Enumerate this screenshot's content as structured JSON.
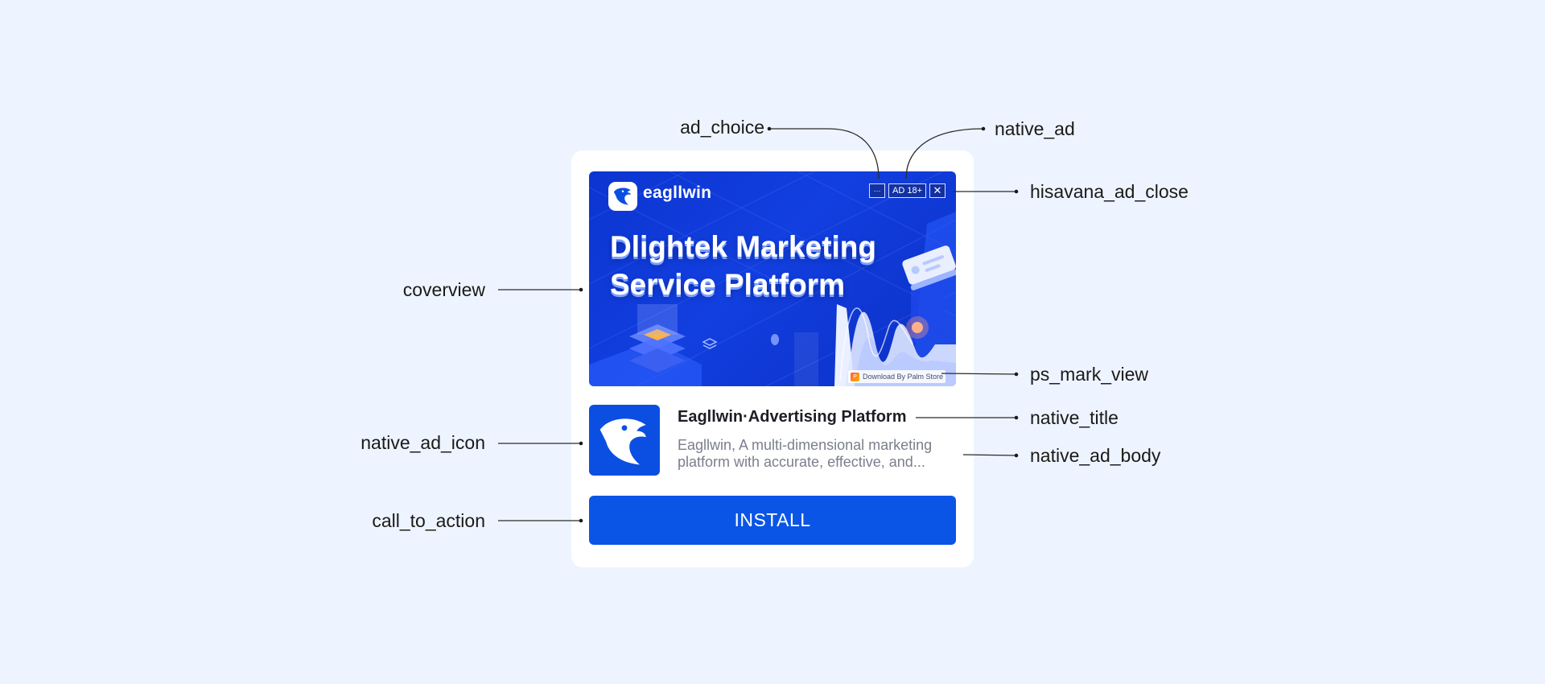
{
  "ad": {
    "brand_name": "eagllwin",
    "headline": [
      "Dlightek Marketing",
      "Service Platform"
    ],
    "ad_choice_glyph": "···",
    "ad_label": "AD 18+",
    "close_glyph": "✕",
    "ps_mark_glyph": "P",
    "ps_mark_text": "Download By Palm Store",
    "title": "Eagllwin·Advertising Platform",
    "body": [
      "Eagllwin, A multi-dimensional marketing",
      "platform with accurate, effective, and..."
    ],
    "cta": "INSTALL"
  },
  "annotations": {
    "ad_choice": "ad_choice",
    "native_ad": "native_ad",
    "hisavana_ad_close": "hisavana_ad_close",
    "coverview": "coverview",
    "ps_mark_view": "ps_mark_view",
    "native_title": "native_title",
    "native_ad_icon": "native_ad_icon",
    "native_ad_body": "native_ad_body",
    "call_to_action": "call_to_action"
  },
  "colors": {
    "page_background": "#eef4ff",
    "card_background": "#ffffff",
    "brand_blue": "#0a55e6",
    "cover_blue": "#123fe0",
    "title_text": "#1d1d24",
    "body_text": "#7b7f8c"
  },
  "icons": {
    "brand_logo": "eagle-head-icon",
    "app_icon": "eagle-head-icon",
    "ad_close": "close-icon",
    "ps_mark": "palm-store-icon"
  }
}
